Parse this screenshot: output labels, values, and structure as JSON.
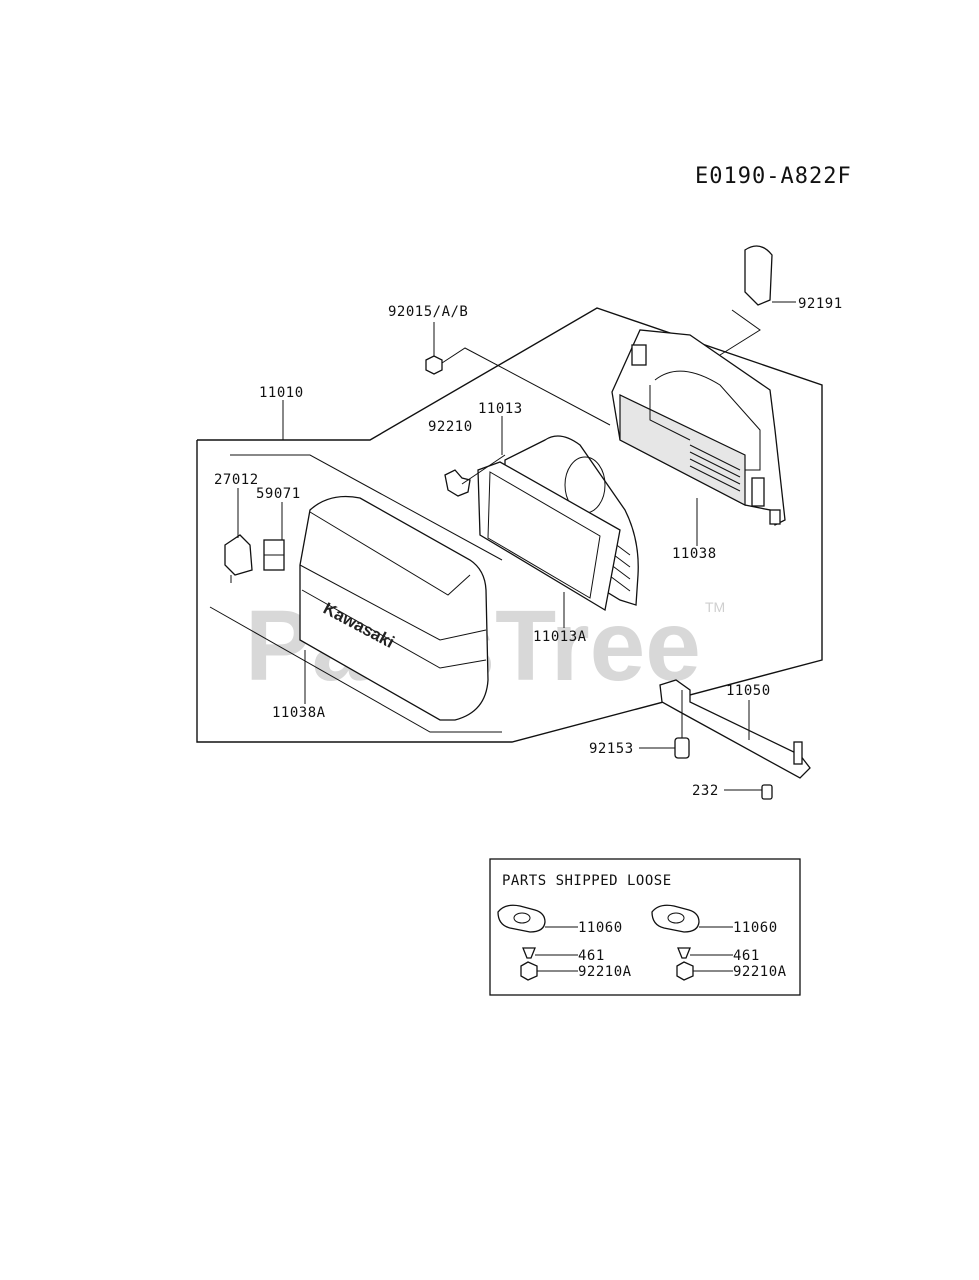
{
  "diagram": {
    "code": "E0190-A822F",
    "watermark": "PartsTree",
    "watermark_tm": "TM",
    "brand_text": "Kawasaki",
    "labels": {
      "p92015": "92015/A/B",
      "p92191": "92191",
      "p11010": "11010",
      "p11013": "11013",
      "p92210": "92210",
      "p27012": "27012",
      "p59071": "59071",
      "p11038": "11038",
      "p11013A": "11013A",
      "p11038A": "11038A",
      "p11050": "11050",
      "p92153": "92153",
      "p232": "232"
    },
    "loose": {
      "title": "PARTS SHIPPED LOOSE",
      "left": {
        "gasket": "11060",
        "washer": "461",
        "nut": "92210A"
      },
      "right": {
        "gasket": "11060",
        "washer": "461",
        "nut": "92210A"
      }
    }
  }
}
